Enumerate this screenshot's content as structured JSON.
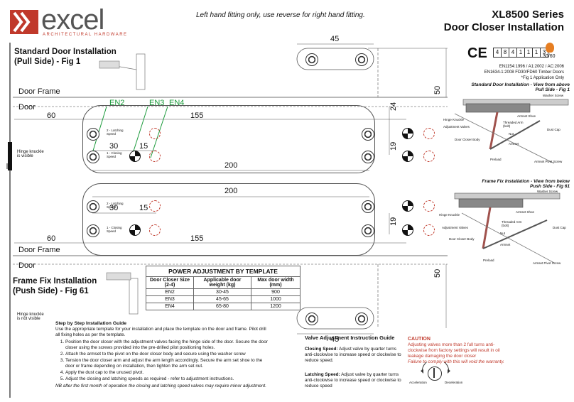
{
  "brand": {
    "name": "excel",
    "tagline": "ARCHITECTURAL HARDWARE",
    "mark": "X"
  },
  "subtitle": "Left hand fitting only, use reverse for right hand fitting.",
  "header": {
    "series": "XL8500 Series",
    "title": "Door Closer Installation"
  },
  "certification": {
    "ce": "CE",
    "digits": [
      "4",
      "8",
      "4",
      "1",
      "1",
      "1",
      "3"
    ],
    "rating": "30/60"
  },
  "standards": [
    "EN1154:1996 / A1:2002 / AC:2006",
    "EN1634-1:2008 FD30/FD60 Timber Doors",
    "*Fig 1 Application Only"
  ],
  "fig1": {
    "title_line1": "Standard Door Installation",
    "title_line2": "(Pull Side) - Fig 1",
    "door_frame": "Door Frame",
    "door": "Door",
    "hinge_note_line1": "Hinge knuckle",
    "hinge_note_line2": "is visible",
    "speed_2": "2 - Latching Speed",
    "speed_1": "1 - Closing Speed",
    "dims": {
      "d60": "60",
      "d155": "155",
      "d30": "30",
      "d15": "15",
      "d200": "200",
      "d24": "24",
      "d19": "19"
    }
  },
  "fig61": {
    "title_line1": "Frame Fix Installation",
    "title_line2": "(Push Side) - Fig 61",
    "door_frame": "Door Frame",
    "door": "Door",
    "hinge_note_line1": "Hinge knuckle",
    "hinge_note_line2": "is not visible",
    "speed_2": "2 - Latching Speed",
    "speed_1": "1 - Closing Speed",
    "dims": {
      "d200": "200",
      "d30": "30",
      "d15": "15",
      "d60": "60",
      "d155": "155",
      "d19": "19"
    }
  },
  "arm_template": {
    "d45_top": "45",
    "d50_top": "50",
    "d45_bottom": "45",
    "d50_bottom": "50"
  },
  "en_labels": [
    "EN2",
    "EN3",
    "EN4"
  ],
  "side_fig1": {
    "title_line1": "Standard Door Installation - View from above",
    "title_line2": "Pull Side - Fig 1",
    "labels": [
      "Washer Screw",
      "Armset Shoe",
      "Threaded Arm (bolt)",
      "Hinge Knuckle",
      "Adjustment Valves",
      "Nut",
      "Door Closer Body",
      "Dust Cap",
      "Armset",
      "Preload",
      "Armset Pivot Screw"
    ]
  },
  "side_fig61": {
    "title_line1": "Frame Fix Installation - View from below",
    "title_line2": "Push Side - Fig 61",
    "labels": [
      "Washer Screw",
      "Hinge Knuckle",
      "Armset Shoe",
      "Threaded Arm (bolt)",
      "Adjustment Valves",
      "Nut",
      "Door Closer Body",
      "Dust Cap",
      "Armset",
      "Preload",
      "Armset Pivot Screw"
    ]
  },
  "power_table": {
    "caption": "POWER ADJUSTMENT BY TEMPLATE",
    "headers": [
      "Door Closer Size (2-4)",
      "Applicable door weight (kg)",
      "Max door width (mm)"
    ],
    "rows": [
      [
        "EN2",
        "30-45",
        "900"
      ],
      [
        "EN3",
        "45-65",
        "1000"
      ],
      [
        "EN4",
        "65-80",
        "1200"
      ]
    ]
  },
  "steps": {
    "heading": "Step by Step Installation Guide",
    "intro": "Use the appropriate template for your installation and place the template on the door and frame. Pilot drill all fixing holes as per the template.",
    "items": [
      "Position the door closer with the adjustment valves facing the hinge side of the door. Secure the door closer using the screws provided into the pre-drilled pilot positioning holes.",
      "Attach the armset to the pivot on the door closer body and secure using the washer screw",
      "Tension the door closer arm and adjust the arm length accordingly. Secure the arm set shoe to the door or frame depending on installation, then tighten the arm set nut.",
      "Apply the dust cap to the unused pivot.",
      "Adjust the closing and latching speeds as required - refer to adjustment instructions."
    ],
    "note": "NB after the first month of operation the closing and latching speed valves may require minor adjustment."
  },
  "valve_guide": {
    "heading": "Valve Adjustment Instruction Guide",
    "closing_label": "Closing Speed:",
    "closing_text": "Adjust valve by quarter turns anti-clockwise to increase speed or clockwise to reduce speed.",
    "latching_label": "Latching Speed:",
    "latching_text": "Adjust valve by quarter turns anti-clockwise to increase speed or clockwise to reduce speed"
  },
  "caution": {
    "heading": "CAUTION",
    "text": "Adjusting valves more than 2 full turns anti-clockwise from factory settings will result in oil leakage damaging the door closer",
    "warning": "Failure to comply with this will void the warranty.",
    "accel": "Acceleration",
    "decel": "Deceleration"
  },
  "colors": {
    "brand_red": "#c0392b",
    "en_green": "#1a9a3a",
    "target_red": "#c0392b"
  }
}
